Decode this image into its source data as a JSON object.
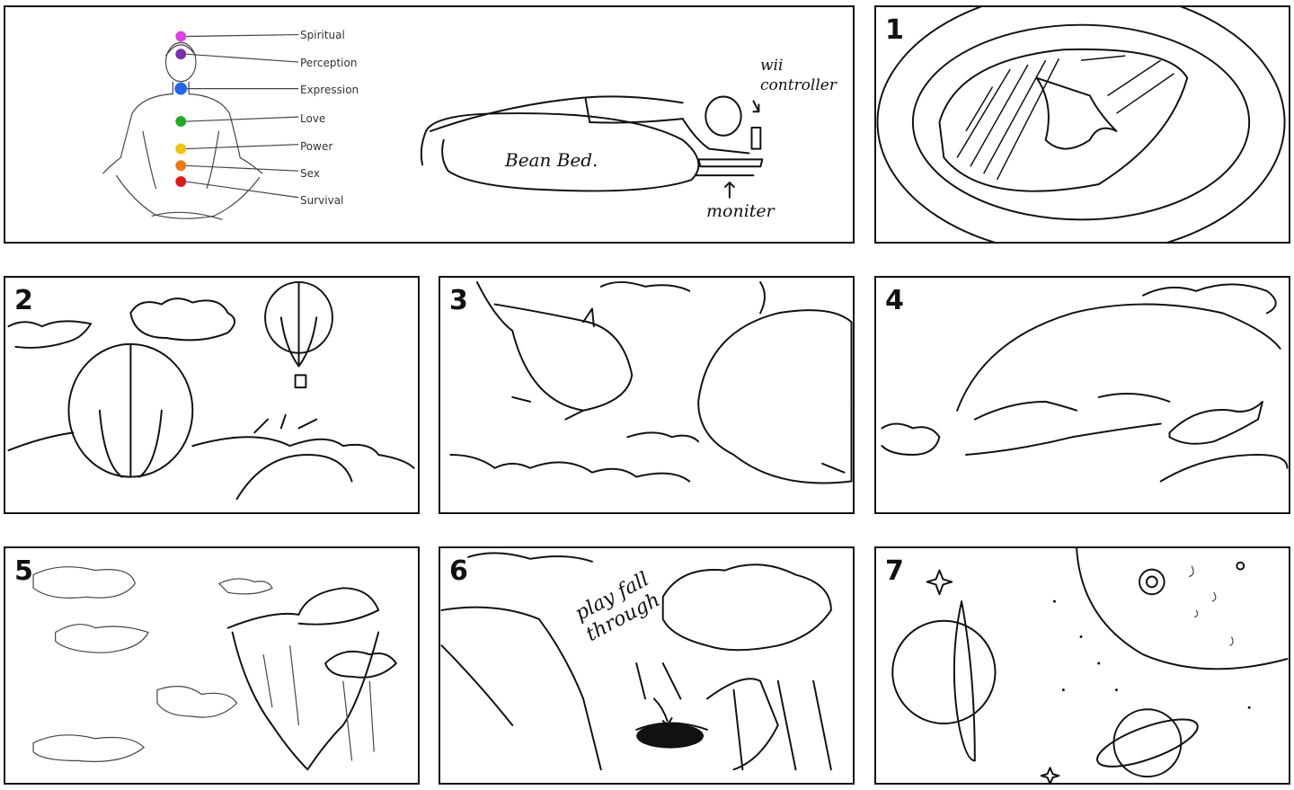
{
  "intro": {
    "chakras": [
      {
        "label": "Spiritual",
        "color": "#e040e0"
      },
      {
        "label": "Perception",
        "color": "#7b2fa8"
      },
      {
        "label": "Expression",
        "color": "#2266ee"
      },
      {
        "label": "Love",
        "color": "#22aa22"
      },
      {
        "label": "Power",
        "color": "#f2c400"
      },
      {
        "label": "Sex",
        "color": "#f07a10"
      },
      {
        "label": "Survival",
        "color": "#e01818"
      }
    ],
    "bean_bed_label": "Bean Bed.",
    "controller_label": "wii controller",
    "monitor_label": "moniter"
  },
  "panels": [
    {
      "number": "1"
    },
    {
      "number": "2"
    },
    {
      "number": "3"
    },
    {
      "number": "4"
    },
    {
      "number": "5"
    },
    {
      "number": "6",
      "annotation": "play fall through"
    },
    {
      "number": "7"
    }
  ]
}
